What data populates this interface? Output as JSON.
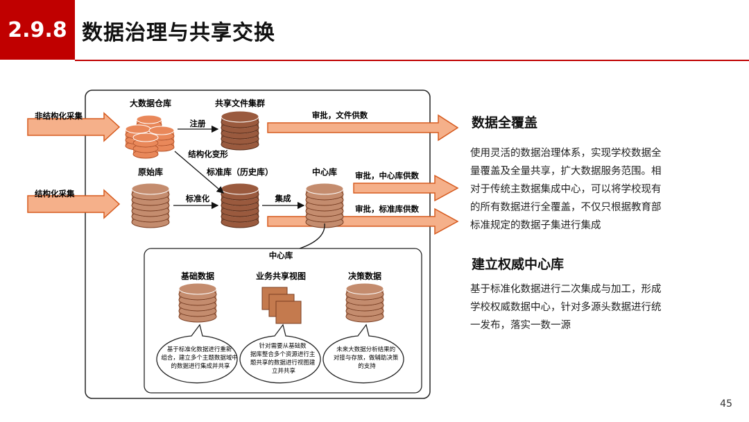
{
  "header": {
    "section_number": "2.9.8",
    "title": "数据治理与共享交换"
  },
  "diagram": {
    "inputs": {
      "unstructured": "非结构化采集",
      "structured": "结构化采集"
    },
    "stores": {
      "big_data_warehouse": "大数据仓库",
      "shared_file_cluster": "共享文件集群",
      "raw_store": "原始库",
      "standard_store": "标准库（历史库）",
      "center_store": "中心库"
    },
    "edges": {
      "register": "注册",
      "structural_transform": "结构化变形",
      "standardize": "标准化",
      "integrate": "集成"
    },
    "outputs": {
      "files": "审批，文件供数",
      "center": "审批，中心库供数",
      "standard": "审批，标准库供数"
    },
    "center_detail": {
      "title": "中心库",
      "basic": {
        "label": "基础数据",
        "desc": [
          "基于标准化数据进行重新",
          "组合，建立多个主题数据域中",
          "的数据进行集成并共享"
        ]
      },
      "view": {
        "label": "业务共享视图",
        "desc": [
          "针对需要从基础数",
          "据库整合多个资源进行主",
          "题共享的数据进行视图建",
          "立并共享"
        ]
      },
      "decision": {
        "label": "决策数据",
        "desc": [
          "未来大数据分析结果的",
          "对接与存放，做辅助决策",
          "的支持"
        ]
      }
    }
  },
  "right": {
    "h1": "数据全覆盖",
    "p1": [
      "使用灵活的数据治理体系，实现学校数据全",
      "量覆盖及全量共享，扩大数据服务范围。相",
      "对于传统主数据集成中心，可以将学校现有",
      "的所有数据进行全覆盖，不仅只根据教育部",
      "标准规定的数据子集进行集成"
    ],
    "h2": "建立权威中心库",
    "p2": [
      "基于标准化数据进行二次集成与加工，形成",
      "学校权威数据中心，针对多源头数据进行统",
      "一发布，落实一数一源"
    ]
  },
  "page_number": "45",
  "colors": {
    "accent": "#c00000",
    "arrow_fill": "#f5b08a",
    "arrow_stroke": "#d65a1e",
    "db_light": "#e9885a",
    "db_brown": "#9a5a3e",
    "db_tan": "#c48c6e"
  }
}
